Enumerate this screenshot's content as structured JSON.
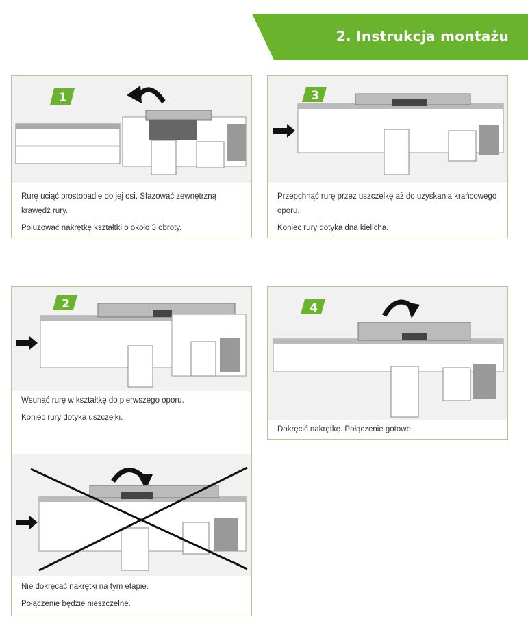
{
  "header": {
    "title": "2. Instrukcja montażu",
    "color": "#6ab42d"
  },
  "steps": [
    {
      "number": "1",
      "lines": [
        "Rurę uciąć prostopadle do jej osi. Sfazować zewnętrzną krawędź rury.",
        "Poluzować nakrętkę kształtki o około 3 obroty."
      ]
    },
    {
      "number": "3",
      "lines": [
        "Przepchnąć rurę przez uszczelkę aż do uzyskania krańcowego oporu.",
        "Koniec rury dotyka dna kielicha."
      ]
    },
    {
      "number": "2",
      "lines": [
        "Wsunąć rurę w kształtkę do pierwszego oporu.",
        "Koniec rury dotyka uszczelki."
      ]
    },
    {
      "number": "4",
      "lines": [
        "Dokręcić nakrętkę. Połączenie gotowe."
      ]
    }
  ],
  "warning": {
    "lines": [
      "Nie dokręcać nakrętki na tym etapie.",
      "Połączenie będzie nieszczelne."
    ]
  }
}
